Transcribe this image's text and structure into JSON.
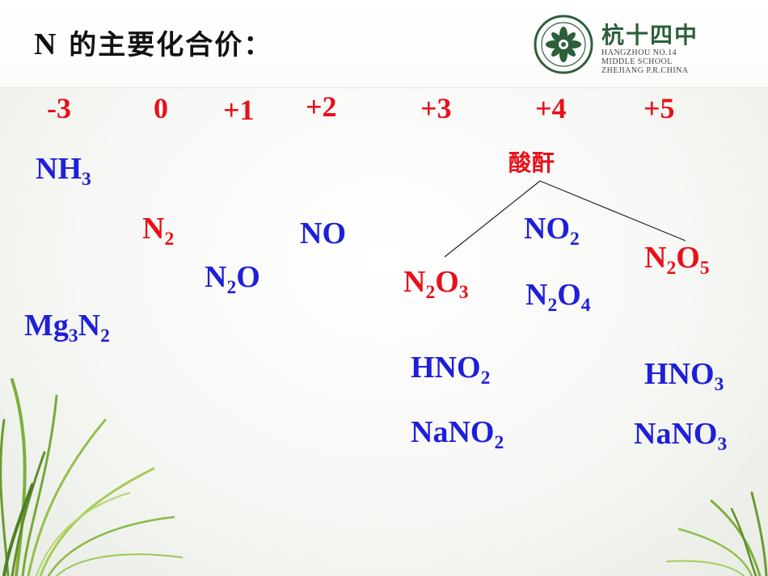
{
  "title": {
    "n": "N",
    "rest": " 的主要化合价："
  },
  "logo": {
    "name": "杭十四中",
    "line1": "HANGZHOU NO.14",
    "line2": "MIDDLE SCHOOL",
    "line3": "ZHEJIANG P.R.CHINA"
  },
  "valences": [
    "-3",
    "0",
    "+1",
    "+2",
    "+3",
    "+4",
    "+5"
  ],
  "acid_anhydride_label": "酸酐",
  "compounds": {
    "nh3": {
      "base": "NH",
      "sub": "3"
    },
    "mg3n2": {
      "p1": "Mg",
      "s1": "3",
      "p2": "N",
      "s2": "2"
    },
    "n2": {
      "base": "N",
      "sub": "2"
    },
    "n2o": {
      "p1": "N",
      "s1": "2",
      "p2": "O"
    },
    "no": {
      "text": "NO"
    },
    "n2o3": {
      "p1": "N",
      "s1": "2",
      "p2": "O",
      "s2": "3"
    },
    "no2": {
      "base": "NO",
      "sub": "2"
    },
    "n2o4": {
      "p1": "N",
      "s1": "2",
      "p2": "O",
      "s2": "4"
    },
    "n2o5": {
      "p1": "N",
      "s1": "2",
      "p2": "O",
      "s2": "5"
    },
    "hno2": {
      "base": "HNO",
      "sub": "2"
    },
    "nano2": {
      "base": "NaNO",
      "sub": "2"
    },
    "hno3": {
      "base": "HNO",
      "sub": "3"
    },
    "nano3": {
      "base": "NaNO",
      "sub": "3"
    }
  },
  "colors": {
    "compound_blue": "#1f1fd8",
    "highlight_red": "#e8101a",
    "logo_green": "#2d5f3a"
  },
  "icons": {
    "school_logo": "school-seal-icon",
    "decor": "grass-decoration"
  }
}
